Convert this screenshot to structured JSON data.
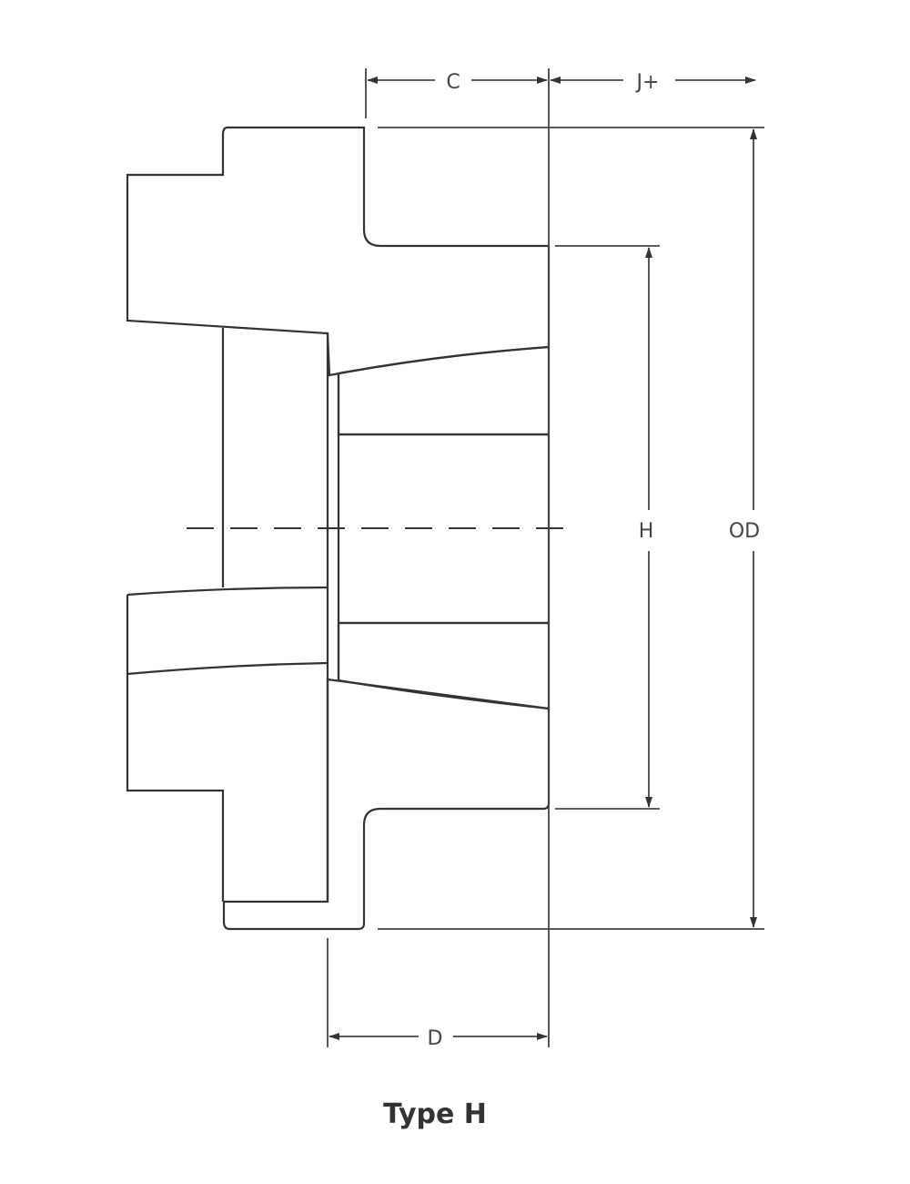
{
  "diagram": {
    "title": "Type H",
    "dimensions": {
      "c": "C",
      "j": "J+",
      "h": "H",
      "od": "OD",
      "d": "D"
    },
    "colors": {
      "line": "#333333",
      "background": "#ffffff"
    }
  }
}
